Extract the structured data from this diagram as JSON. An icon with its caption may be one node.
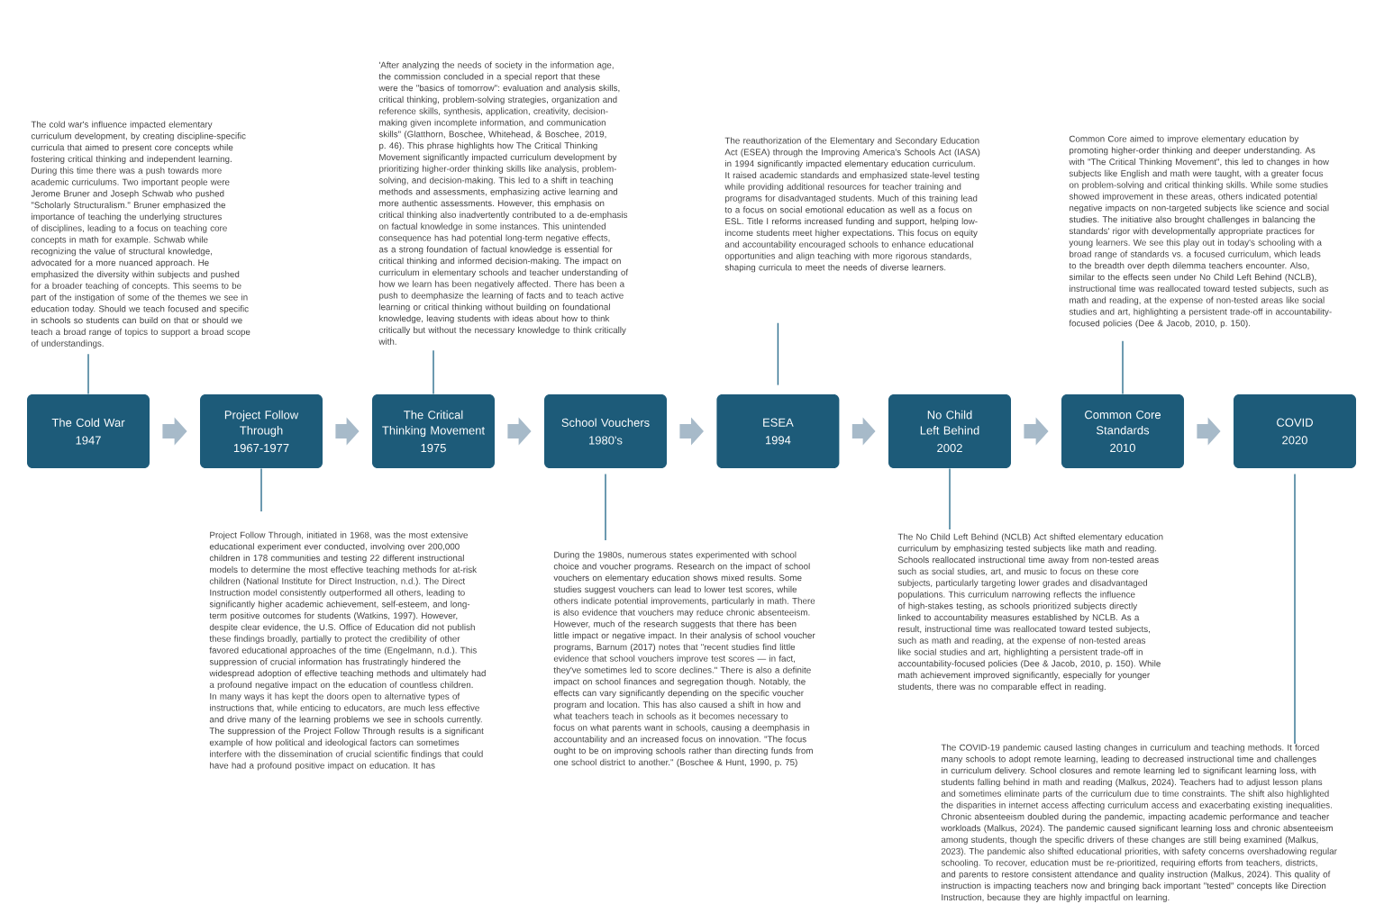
{
  "diagram": {
    "nodes": [
      {
        "text": [
          "The Cold War",
          "1947"
        ]
      },
      {
        "text": [
          "Project Follow Through",
          "1967-1977"
        ]
      },
      {
        "text": [
          "The Critical Thinking Movement",
          "1975"
        ]
      },
      {
        "text": [
          "School Vouchers",
          "1980's"
        ]
      },
      {
        "text": [
          "ESEA",
          "1994"
        ]
      },
      {
        "text": [
          "No Child Left Behind",
          "2002"
        ]
      },
      {
        "text": [
          "Common Core Standards",
          "2010"
        ]
      },
      {
        "text": [
          "COVID",
          "2020"
        ]
      },
      {
        "text": [
          "The cold war's influence impacted elementary curriculum development, by creating discipline-specific curricula that aimed to present core concepts while fostering critical thinking and independent learning. During this time there was a push towards more academic curriculums. Two important people were Jerome Bruner and Joseph Schwab who pushed \"Scholarly Structuralism.\" Bruner emphasized the importance of teaching the underlying structures of disciplines, leading to a focus on teaching core concepts in math for example. Schwab while recognizing the value of structural knowledge, advocated for a more nuanced approach. He emphasized the diversity within subjects and pushed for a broader teaching of concepts. This seems to be part of the instigation of some of the themes we see in education today. Should we teach focused and specific in schools so students can build on that or should we teach a broad range of topics to support a broad scope of understandings."
        ]
      },
      {
        "text": [
          "Project Follow Through, initiated in 1968, was the most extensive educational experiment ever conducted, involving over 200,000 children in 178 communities and testing 22 different instructional models to determine the most effective teaching methods for at-risk children (National Institute for Direct Instruction, n.d.). The Direct Instruction model consistently outperformed all others, leading to significantly higher academic achievement, self-esteem, and long-term positive outcomes for students (Watkins, 1997). However, despite clear evidence, the U.S. Office of Education did not publish these findings broadly, partially to protect the credibility of other favored educational approaches of the time (Engelmann, n.d.). This suppression of crucial information has frustratingly hindered the widespread adoption of effective teaching methods and ultimately had a profound negative impact on the education of countless children. In many ways it has kept the doors open to alternative types of instructions that, while enticing to educators, are much less effective and drive many of the learning problems we see in schools currently. The suppression of the Project Follow Through results is a significant example of how political and ideological factors can sometimes interfere with the dissemination of crucial scientific findings that could have had a profound positive impact on education. It has"
        ]
      },
      {
        "text": [
          "'After analyzing the needs of society in the information age, the commission concluded in a special report that these were the \"basics of tomorrow\": evaluation and analysis skills, critical thinking, problem-solving strategies, organization and reference skills, synthesis, application, creativity, decision-making given incomplete information, and communication skills\" (Glatthorn, Boschee, Whitehead, & Boschee, 2019, p. 46). This phrase highlights how The Critical Thinking Movement significantly impacted curriculum development by prioritizing higher-order thinking skills like analysis, problem-solving, and decision-making. This led to a shift in teaching methods and assessments, emphasizing active learning and more authentic assessments. However, this emphasis on critical thinking also inadvertently contributed to a de-emphasis on factual knowledge in some instances. This unintended consequence has had potential long-term negative effects, as a strong foundation of factual knowledge is essential for critical thinking and informed decision-making. The impact on curriculum in elementary schools and teacher understanding of how we learn has been negatively affected. There has been a push to deemphasize the learning of facts and to teach active learning or critical thinking without building on foundational knowledge, leaving students with ideas about how to think critically but without the necessary knowledge to think critically with."
        ]
      },
      {
        "text": [
          "During the 1980s, numerous states experimented with school choice and voucher programs. Research on the impact of school vouchers on elementary education shows mixed results. Some studies suggest vouchers can lead to lower test scores, while others indicate potential improvements, particularly in math. There is also evidence that vouchers may reduce chronic absenteeism. However, much of the research suggests that there has been little impact or negative impact. In their analysis of school voucher programs, Barnum (2017) notes that \"recent studies find little evidence that school vouchers improve test scores — in fact, they've sometimes led to score declines.\" There is also a definite impact on school finances and segregation though. Notably, the effects can vary significantly depending on the specific voucher program and location. This has also caused a shift in how and what teachers teach in schools as it becomes necessary to focus on what parents want in schools, causing a deemphasis in accountability and an increased focus on innovation. \"The focus ought to be on improving schools rather than directing funds from one school district to another.\" (Boschee & Hunt, 1990, p. 75)"
        ]
      },
      {
        "text": [
          "The reauthorization of the Elementary and Secondary Education Act (ESEA) through the Improving America's Schools Act (IASA) in 1994 significantly impacted elementary education curriculum. It raised academic standards and emphasized state-level testing while providing additional resources for teacher training and programs for disadvantaged students. Much of this training lead to a focus on social emotional education as well as a focus on ESL. Title I reforms increased funding and support, helping low-income students meet higher expectations. This focus on equity and accountability encouraged schools to enhance educational opportunities and align teaching with more rigorous standards, shaping curricula to meet the needs of diverse learners."
        ]
      },
      {
        "text": [
          "The No Child Left Behind (NCLB) Act shifted elementary education curriculum by emphasizing tested subjects like math and reading. Schools reallocated instructional time away from non-tested areas such as social studies, art, and music to focus on these core subjects, particularly targeting lower grades and disadvantaged populations. This curriculum narrowing reflects the influence of high-stakes testing, as schools prioritized subjects directly linked to accountability measures established by NCLB. As a result, instructional time was reallocated toward tested subjects, such as math and reading, at the expense of non-tested areas like social studies and art, highlighting a persistent trade-off in accountability-focused policies (Dee & Jacob, 2010, p. 150). While math achievement improved significantly, especially for younger students, there was no comparable effect in reading."
        ]
      },
      {
        "text": [
          "Common Core aimed to improve elementary education by promoting higher-order thinking and deeper understanding. As with \"The Critical Thinking Movement\", this led to changes in how subjects like English and math were taught, with a greater focus on problem-solving and critical thinking skills. While some studies showed improvement in these areas, others indicated potential negative impacts on non-targeted subjects like science and social studies. The initiative also brought challenges in balancing the standards' rigor with developmentally appropriate practices for young learners. We see this play out in today's schooling with a broad range of standards vs. a focused curriculum, which leads to the breadth over depth dilemma teachers encounter. Also, similar to the effects seen under No Child Left Behind (NCLB), instructional time was reallocated toward tested subjects, such as math and reading, at the expense of non-tested areas like social studies and art, highlighting a persistent trade-off in accountability-focused policies (Dee & Jacob, 2010, p. 150)."
        ]
      },
      {
        "text": [
          "The COVID-19 pandemic caused lasting changes in curriculum and teaching methods. It forced many schools to adopt remote learning, leading to decreased instructional time and challenges in curriculum delivery. School closures and remote learning led to significant learning loss, with students falling behind in math and reading (Malkus, 2024). Teachers had to adjust lesson plans and sometimes eliminate parts of the curriculum due to time constraints. The shift also highlighted the disparities in internet access affecting curriculum access and exacerbating existing inequalities. Chronic absenteeism doubled during the pandemic, impacting academic performance and teacher workloads (Malkus, 2024). The pandemic caused significant learning loss and chronic absenteeism among students, though the specific drivers of these changes are still being examined (Malkus, 2023). The pandemic also shifted educational priorities, with safety concerns overshadowing regular schooling. To recover, education must be re-prioritized, requiring efforts from teachers, districts, and parents to restore consistent attendance and quality instruction (Malkus, 2024). This quality of instruction is impacting teachers now and bringing back important \"tested\" concepts like Direction Instruction, because they are highly impactful on learning."
        ]
      }
    ],
    "edges": [
      {
        "from": 0,
        "to": 1,
        "arrow": "to",
        "style": "thick",
        "color": "#a7bac9"
      },
      {
        "from": 1,
        "to": 2,
        "arrow": "to",
        "style": "thick",
        "color": "#a7bac9"
      },
      {
        "from": 2,
        "to": 3,
        "arrow": "to",
        "style": "thick",
        "color": "#a7bac9"
      },
      {
        "from": 3,
        "to": 4,
        "arrow": "to",
        "style": "thick",
        "color": "#a7bac9"
      },
      {
        "from": 4,
        "to": 5,
        "arrow": "to",
        "style": "thick",
        "color": "#a7bac9"
      },
      {
        "from": 5,
        "to": 6,
        "arrow": "to",
        "style": "thick",
        "color": "#a7bac9"
      },
      {
        "from": 6,
        "to": 7,
        "arrow": "to",
        "style": "thick",
        "color": "#a7bac9"
      },
      {
        "from": 0,
        "to": 8,
        "arrow": "none"
      },
      {
        "from": 1,
        "to": 9,
        "arrow": "none"
      },
      {
        "from": 2,
        "to": 10,
        "arrow": "none"
      },
      {
        "from": 3,
        "to": 11,
        "arrow": "none"
      },
      {
        "from": 4,
        "to": 12,
        "arrow": "none"
      },
      {
        "from": 5,
        "to": 13,
        "arrow": "none"
      },
      {
        "from": 6,
        "to": 14,
        "arrow": "none"
      },
      {
        "from": 7,
        "to": 15,
        "arrow": "none"
      }
    ]
  }
}
